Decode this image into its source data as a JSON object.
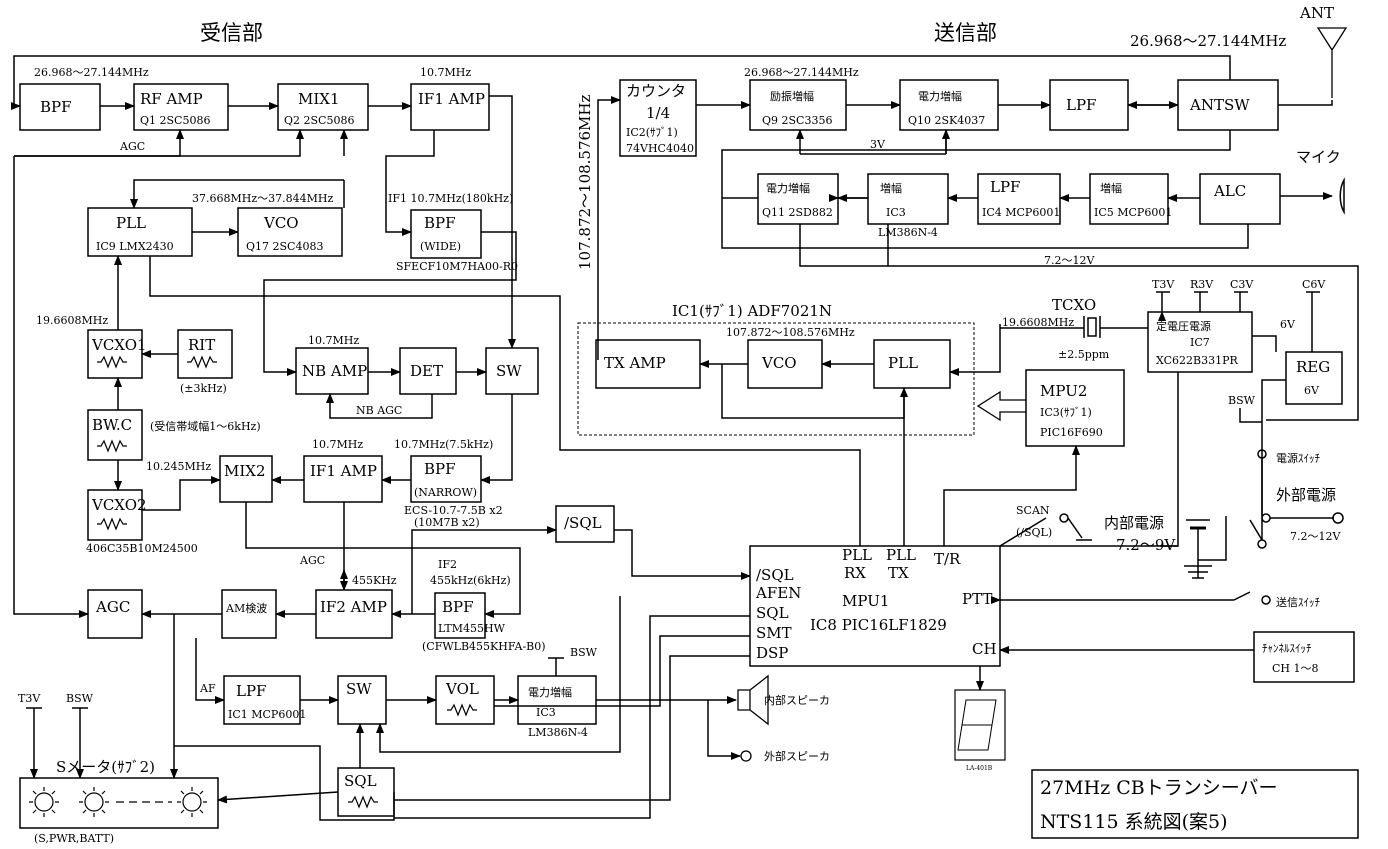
{
  "sections": {
    "rx": "受信部",
    "tx": "送信部"
  },
  "ant": "ANT",
  "ant_freq": "26.968～27.144MHz",
  "rx": {
    "f_band1": "26.968～27.144MHz",
    "bpf": "BPF",
    "rfamp": {
      "name": "RF AMP",
      "part": "Q1 2SC5086"
    },
    "mix1": {
      "name": "MIX1",
      "part": "Q2 2SC5086"
    },
    "if1_freq": "10.7MHz",
    "if1amp": "IF1 AMP",
    "agc_label1": "AGC",
    "lo_freq": "37.668MHz～37.844MHz",
    "pll": {
      "name": "PLL",
      "part": "IC9 LMX2430"
    },
    "vco": {
      "name": "VCO",
      "part": "Q17 2SC4083"
    },
    "if1_bw": "IF1 10.7MHz(180kHz)",
    "bpf_wide": {
      "name": "BPF",
      "sub": "(WIDE)",
      "part": "SFECF10M7HA00-R0"
    },
    "ref_freq": "19.6608MHz",
    "vcxo1": "VCXO1",
    "rit": {
      "name": "RIT",
      "sub": "(±3kHz)"
    },
    "nb_freq": "10.7MHz",
    "nbamp": "NB AMP",
    "det": "DET",
    "sw1": "SW",
    "nbagc": "NB AGC",
    "bwc": {
      "name": "BW.C",
      "note": "(受信帯域幅1～6kHz)"
    },
    "if1amp2_freq": "10.7MHz",
    "if1amp2": "IF1 AMP",
    "narrow_freq": "10.7MHz(7.5kHz)",
    "bpf_narrow": {
      "name": "BPF",
      "sub": "(NARROW)",
      "part1": "ECS-10.7-7.5B x2",
      "part2": "(10M7B x2)"
    },
    "mix2_freq": "10.245MHz",
    "mix2": "MIX2",
    "vcxo2": {
      "name": "VCXO2",
      "part": "406C35B10M24500"
    },
    "agc_label2": "AGC",
    "if2_freq": "455KHz",
    "if2_label": "IF2",
    "if2_bw": "455kHz(6kHz)",
    "agc": "AGC",
    "amdet": "AM検波",
    "if2amp": "IF2 AMP",
    "bpf455": {
      "name": "BPF",
      "part": "LTM455HW",
      "part2": "(CFWLB455KHFA-B0)"
    },
    "sql_ctrl": "/SQL",
    "af": "AF",
    "lpf": {
      "name": "LPF",
      "part": "IC1 MCP6001"
    },
    "sw2": "SW",
    "vol": "VOL",
    "pa": {
      "name": "電力増幅",
      "part": "IC3",
      "part2": "LM386N-4"
    },
    "bsw": "BSW",
    "sql": "SQL",
    "int_spk": "内部スピーカ",
    "ext_spk": "外部スピーカ",
    "t3v": "T3V",
    "bsw2": "BSW",
    "smeter": {
      "name": "Sメータ(ｻﾌﾞ2)",
      "sub": "(S,PWR,BATT)"
    }
  },
  "tx": {
    "counter": {
      "name": "カウンタ",
      "div": "1/4",
      "part1": "IC2(ｻﾌﾞ1)",
      "part2": "74VHC4040"
    },
    "freq_v": "107.872～108.576MHz",
    "f_band": "26.968～27.144MHz",
    "drv": {
      "name": "励振増幅",
      "part": "Q9 2SC3356"
    },
    "pa": {
      "name": "電力増幅",
      "part": "Q10 2SK4037"
    },
    "lpf": "LPF",
    "antsw": "ANTSW",
    "v3": "3V",
    "mic": "マイク",
    "mpa": {
      "name": "電力増幅",
      "part": "Q11 2SD882"
    },
    "amp1": {
      "name": "増幅",
      "part": "IC3",
      "part2": "LM386N-4"
    },
    "lpf2": {
      "name": "LPF",
      "part": "IC4 MCP6001"
    },
    "amp2": {
      "name": "増幅",
      "part": "IC5 MCP6001"
    },
    "alc": "ALC",
    "v712": "7.2～12V",
    "adf_title": "IC1(ｻﾌﾞ1) ADF7021N",
    "adf_freq": "107.872～108.576MHz",
    "txamp": "TX AMP",
    "vco": "VCO",
    "pll": "PLL",
    "tcxo": "TCXO",
    "tcxo_freq": "19.6608MHz",
    "tcxo_ppm": "±2.5ppm",
    "mpu2": {
      "name": "MPU2",
      "part1": "IC3(ｻﾌﾞ1)",
      "part2": "PIC16F690"
    }
  },
  "power": {
    "t3v": "T3V",
    "r3v": "R3V",
    "c3v": "C3V",
    "c6v": "C6V",
    "reg_title": "定電圧電源",
    "reg_ic": "IC7",
    "reg_part": "XC622B331PR",
    "v6": "6V",
    "reg": "REG",
    "reg_v": "6V",
    "bsw": "BSW",
    "pwr_sw": "電源ｽｲｯﾁ",
    "ext_pwr": "外部電源",
    "ext_v": "7.2～12V",
    "int_pwr": "内部電源",
    "int_v": "7.2～9V",
    "scan": "SCAN",
    "scan2": "(/SQL)"
  },
  "mpu1": {
    "pll_rx": "PLL",
    "rx": "RX",
    "pll_tx": "PLL",
    "tx": "TX",
    "tr": "T/R",
    "sql": "/SQL",
    "afen": "AFEN",
    "sqlp": "SQL",
    "smt": "SMT",
    "dsp": "DSP",
    "name": "MPU1",
    "part": "IC8 PIC16LF1829",
    "ptt": "PTT",
    "ch": "CH"
  },
  "tx_sw": "送信ｽｲｯﾁ",
  "ch_sw": {
    "name": "ﾁｬﾝﾈﾙｽｲｯﾁ",
    "range": "CH 1～8"
  },
  "led": "LA-401B",
  "title": {
    "line1": "27MHz CBトランシーバー",
    "line2": "NTS115 系統図(案5)"
  }
}
